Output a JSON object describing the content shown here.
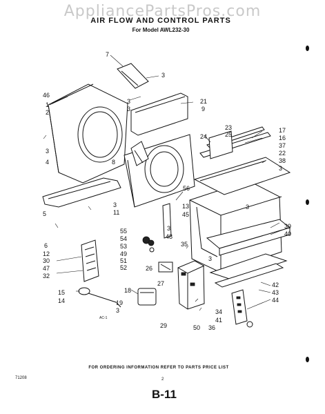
{
  "watermark": "AppliancePartsPros.com",
  "title": "AIR FLOW AND CONTROL PARTS",
  "subtitle": "For Model AWL232-30",
  "footer_note": "FOR ORDERING INFORMATION REFER TO PARTS PRICE LIST",
  "code": "71208",
  "page_number": "2",
  "section": "B-11",
  "diagram_tag": "AC-1",
  "callouts": [
    {
      "id": "c7",
      "text": "7"
    },
    {
      "id": "c3a",
      "text": "3"
    },
    {
      "id": "c46",
      "text": "46"
    },
    {
      "id": "c3b",
      "text": "3"
    },
    {
      "id": "c1",
      "text": "1"
    },
    {
      "id": "c2",
      "text": "2"
    },
    {
      "id": "c3c",
      "text": "3"
    },
    {
      "id": "c21",
      "text": "21"
    },
    {
      "id": "c9",
      "text": "9"
    },
    {
      "id": "c3d",
      "text": "3"
    },
    {
      "id": "c4",
      "text": "4"
    },
    {
      "id": "c8",
      "text": "8"
    },
    {
      "id": "c23",
      "text": "23"
    },
    {
      "id": "c25",
      "text": "25"
    },
    {
      "id": "c24",
      "text": "24"
    },
    {
      "id": "c17",
      "text": "17"
    },
    {
      "id": "c16",
      "text": "16"
    },
    {
      "id": "c37",
      "text": "37"
    },
    {
      "id": "c22",
      "text": "22"
    },
    {
      "id": "c38",
      "text": "38"
    },
    {
      "id": "c3e",
      "text": "3"
    },
    {
      "id": "c56",
      "text": "56"
    },
    {
      "id": "c13",
      "text": "13"
    },
    {
      "id": "c45",
      "text": "45"
    },
    {
      "id": "c3f",
      "text": "3"
    },
    {
      "id": "c11",
      "text": "11"
    },
    {
      "id": "c5",
      "text": "5"
    },
    {
      "id": "c3g",
      "text": "3"
    },
    {
      "id": "c55",
      "text": "55"
    },
    {
      "id": "c54",
      "text": "54"
    },
    {
      "id": "c53",
      "text": "53"
    },
    {
      "id": "c49",
      "text": "49"
    },
    {
      "id": "c51",
      "text": "51"
    },
    {
      "id": "c52",
      "text": "52"
    },
    {
      "id": "c3h",
      "text": "3"
    },
    {
      "id": "c48",
      "text": "48"
    },
    {
      "id": "c35",
      "text": "35"
    },
    {
      "id": "c6",
      "text": "6"
    },
    {
      "id": "c12",
      "text": "12"
    },
    {
      "id": "c30",
      "text": "30"
    },
    {
      "id": "c47",
      "text": "47"
    },
    {
      "id": "c32",
      "text": "32"
    },
    {
      "id": "c26",
      "text": "26"
    },
    {
      "id": "c3i",
      "text": "3"
    },
    {
      "id": "c39",
      "text": "39"
    },
    {
      "id": "c40",
      "text": "40"
    },
    {
      "id": "c15",
      "text": "15"
    },
    {
      "id": "c14",
      "text": "14"
    },
    {
      "id": "c18",
      "text": "18"
    },
    {
      "id": "c27",
      "text": "27"
    },
    {
      "id": "c19",
      "text": "19"
    },
    {
      "id": "c3j",
      "text": "3"
    },
    {
      "id": "c42",
      "text": "42"
    },
    {
      "id": "c43",
      "text": "43"
    },
    {
      "id": "c44",
      "text": "44"
    },
    {
      "id": "c34",
      "text": "34"
    },
    {
      "id": "c41",
      "text": "41"
    },
    {
      "id": "c36",
      "text": "36"
    },
    {
      "id": "c29",
      "text": "29"
    },
    {
      "id": "c50",
      "text": "50"
    }
  ]
}
